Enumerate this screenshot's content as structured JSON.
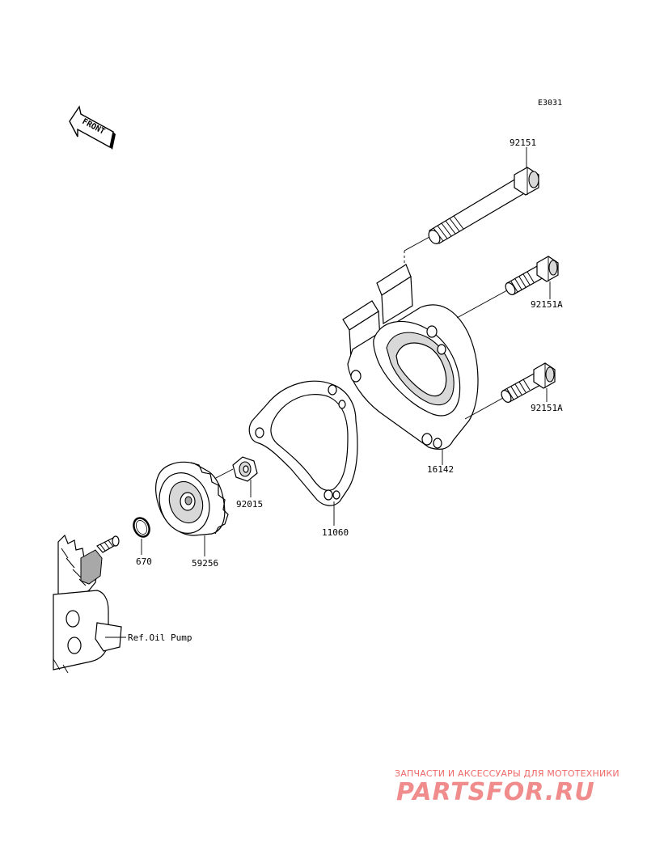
{
  "diagram": {
    "code": "E3031",
    "front_marker": "FRONT",
    "parts": [
      {
        "id": "bolt-long",
        "number": "92151"
      },
      {
        "id": "bolt-upper",
        "number": "92151A"
      },
      {
        "id": "bolt-lower",
        "number": "92151A"
      },
      {
        "id": "pump-cover",
        "number": "16142"
      },
      {
        "id": "gasket",
        "number": "11060"
      },
      {
        "id": "washer",
        "number": "92015"
      },
      {
        "id": "impeller",
        "number": "59256"
      },
      {
        "id": "o-ring",
        "number": "670"
      }
    ],
    "reference": "Ref.Oil Pump"
  },
  "watermark": {
    "tagline": "ЗАПЧАСТИ И АКСЕССУАРЫ ДЛЯ МОТОТЕХНИКИ",
    "logo": "PARTSFOR.RU",
    "color": "#ee6a6a"
  }
}
